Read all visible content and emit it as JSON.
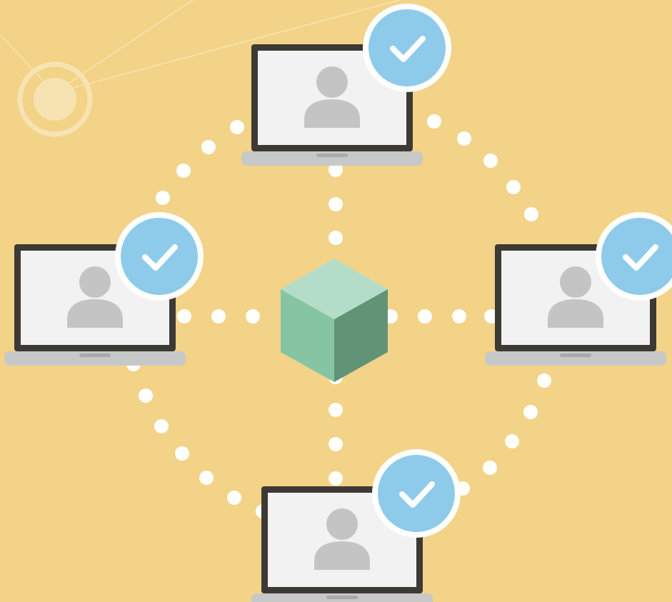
{
  "colors": {
    "background": "#F2D387",
    "dots": "#FFFFFF",
    "node_glow": "#F7E3B2",
    "laptop_frame": "#3D3935",
    "laptop_screen": "#F2F2F2",
    "laptop_base": "#C7C9C8",
    "laptop_base_shadow": "#A9ABAA",
    "user_icon": "#C4C4C4",
    "check_badge": "#8ECBEA",
    "check_ring": "#FFFFFF",
    "cube_top": "#B4DDC9",
    "cube_left": "#85C5A4",
    "cube_right": "#619477"
  },
  "icons": {
    "center": "blockchain-cube-icon",
    "peer": "laptop-icon",
    "user": "user-avatar-icon",
    "status": "check-circle-icon",
    "network_node": "network-node-icon"
  },
  "peers": [
    {
      "id": "top",
      "verified": true
    },
    {
      "id": "left",
      "verified": true
    },
    {
      "id": "right",
      "verified": true
    },
    {
      "id": "bottom",
      "verified": true
    }
  ]
}
